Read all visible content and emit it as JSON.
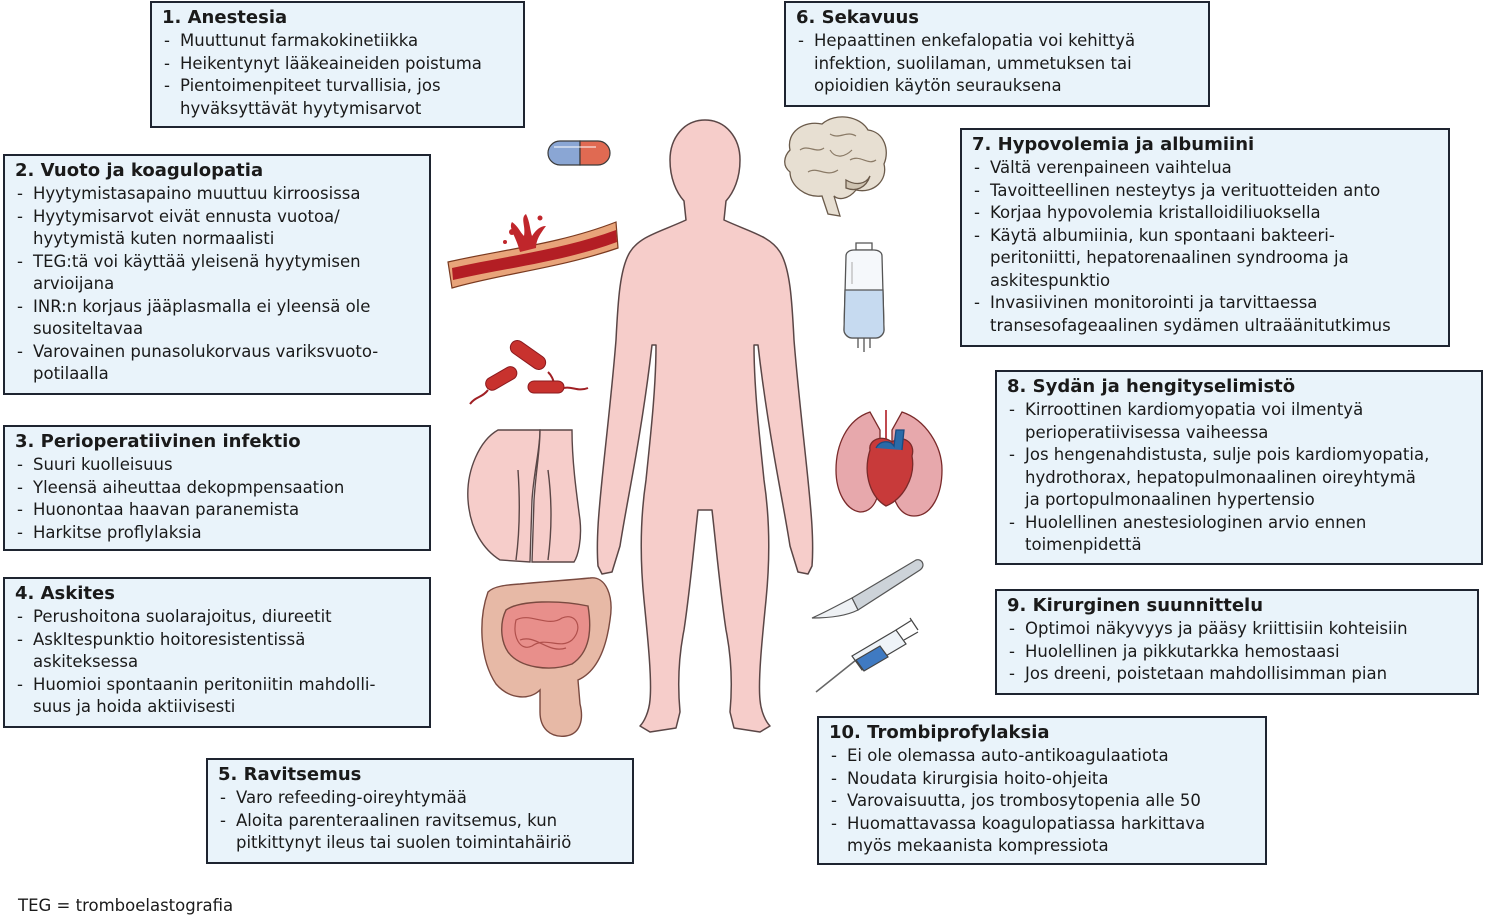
{
  "boxes": [
    {
      "id": "anestesia",
      "title": "1. Anestesia",
      "items": [
        [
          "Muuttunut farmakokinetiikka"
        ],
        [
          "Heikentynyt lääkeaineiden poistuma"
        ],
        [
          "Pientoimenpiteet turvallisia, jos",
          "hyväksyttävät hyytymisarvot"
        ]
      ]
    },
    {
      "id": "vuoto",
      "title": "2. Vuoto ja koagulopatia",
      "items": [
        [
          "Hyytymistasapaino muuttuu kirroosissa"
        ],
        [
          "Hyytymisarvot eivät ennusta vuotoa/",
          "hyytymistä kuten normaalisti"
        ],
        [
          "TEG:tä voi käyttää yleisenä hyytymisen",
          "arvioijana"
        ],
        [
          "INR:n korjaus jääplasmalla ei yleensä ole",
          "suositeltavaa"
        ],
        [
          "Varovainen punasolukorvaus variksvuoto-",
          "potilaalla"
        ]
      ]
    },
    {
      "id": "infektio",
      "title": "3. Perioperatiivinen infektio",
      "items": [
        [
          "Suuri kuolleisuus"
        ],
        [
          "Yleensä aiheuttaa dekopmpensaation"
        ],
        [
          "Huonontaa haavan paranemista"
        ],
        [
          "Harkitse proflylaksia"
        ]
      ]
    },
    {
      "id": "askites",
      "title": "4. Askites",
      "items": [
        [
          "Perushoitona suolarajoitus, diureetit"
        ],
        [
          "AskItespunktio hoitoresistentissä",
          "askiteksessa"
        ],
        [
          "Huomioi spontaanin peritoniitin mahdolli-",
          "suus ja hoida aktiivisesti"
        ]
      ]
    },
    {
      "id": "ravitsemus",
      "title": "5. Ravitsemus",
      "items": [
        [
          "Varo refeeding-oireyhtymää"
        ],
        [
          "Aloita parenteraalinen ravitsemus, kun",
          "pitkittynyt ileus tai suolen toimintahäiriö"
        ]
      ]
    },
    {
      "id": "sekavuus",
      "title": "6. Sekavuus",
      "items": [
        [
          "Hepaattinen enkefalopatia voi kehittyä",
          "infektion, suolilaman, ummetuksen tai",
          "opioidien käytön seurauksena"
        ]
      ]
    },
    {
      "id": "hypovolemia",
      "title": "7. Hypovolemia ja albumiini",
      "items": [
        [
          "Vältä verenpaineen vaihtelua"
        ],
        [
          "Tavoitteellinen nesteytys ja verituotteiden anto"
        ],
        [
          "Korjaa hypovolemia kristalloidiliuoksella"
        ],
        [
          "Käytä albumiinia, kun spontaani bakteeri-",
          "peritoniitti, hepatorenaalinen syndrooma ja",
          "askitespunktio"
        ],
        [
          "Invasiivinen monitorointi ja tarvittaessa",
          "transesofageaalinen sydämen ultraäänitutkimus"
        ]
      ]
    },
    {
      "id": "sydan",
      "title": "8. Sydän ja hengityselimistö",
      "items": [
        [
          "Kirroottinen kardiomyopatia voi ilmentyä",
          "perioperatiivisessa vaiheessa"
        ],
        [
          "Jos hengenahdistusta, sulje pois kardiomyopatia,",
          "hydrothorax, hepatopulmonaalinen oireyhtymä",
          "ja portopulmonaalinen hypertensio"
        ],
        [
          "Huolellinen anestesiologinen arvio ennen",
          "toimenpidettä"
        ]
      ]
    },
    {
      "id": "kirurginen",
      "title": "9. Kirurginen suunnittelu",
      "items": [
        [
          "Optimoi näkyvyys ja pääsy kriittisiin kohteisiin"
        ],
        [
          "Huolellinen ja pikkutarkka hemostaasi"
        ],
        [
          "Jos dreeni, poistetaan mahdollisimman pian"
        ]
      ]
    },
    {
      "id": "trombi",
      "title": "10. Trombiprofylaksia",
      "items": [
        [
          "Ei ole olemassa auto-antikoagulaatiota"
        ],
        [
          "Noudata kirurgisia hoito-ohjeita"
        ],
        [
          "Varovaisuutta, jos trombosytopenia alle 50"
        ],
        [
          "Huomattavassa koagulopatiassa harkittava",
          "myös mekaanista kompressiota"
        ]
      ]
    }
  ],
  "footnote": "TEG = tromboelastografia",
  "colors": {
    "box_fill": "#e9f3fa",
    "box_border": "#1e2430",
    "skin": "#f4c7c3",
    "skin_outline": "#5a4646",
    "blood": "#c0262b"
  },
  "icons": [
    "capsule-icon",
    "blood-vessel-icon",
    "bacteria-icon",
    "abdomen-icon",
    "intestine-icon",
    "human-body-icon",
    "brain-icon",
    "iv-bag-icon",
    "heart-lungs-icon",
    "scalpel-icon",
    "syringe-icon"
  ]
}
